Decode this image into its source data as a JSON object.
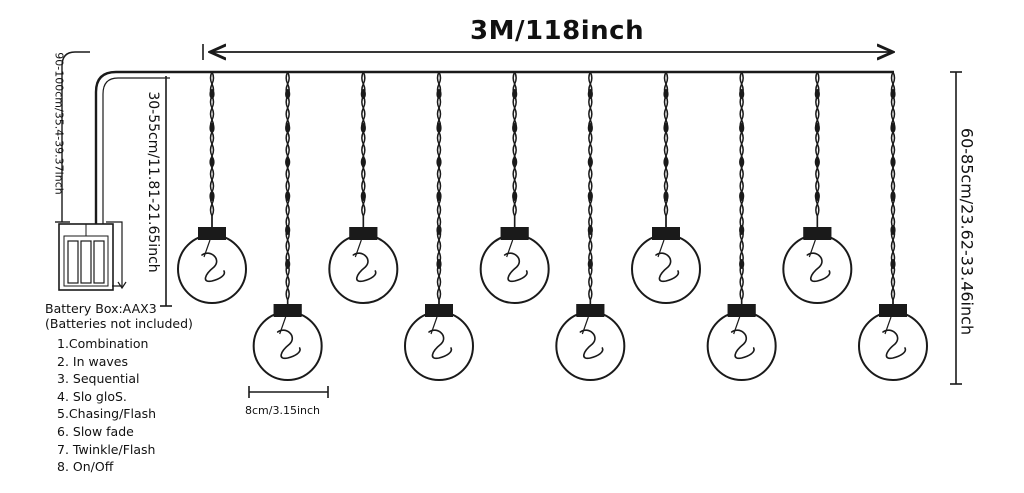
{
  "title": "3M/118inch",
  "lead_length": "90-100cm/35.4-39.37inch",
  "short_drop": "30-55cm/11.81-21.65inch",
  "long_drop": "60-85cm/23.62-33.46inch",
  "bulb_size": "8cm/3.15inch",
  "battery_box": {
    "title": "Battery Box:AAX3",
    "note": "(Batteries not included)"
  },
  "modes": [
    "1.Combination",
    "2. In waves",
    "3. Sequential",
    "4. Slo gloS.",
    "5.Chasing/Flash",
    "6. Slow fade",
    "7. Twinkle/Flash",
    "8. On/Off"
  ],
  "bulbs": [
    {
      "row": "upper"
    },
    {
      "row": "lower"
    },
    {
      "row": "upper"
    },
    {
      "row": "lower"
    },
    {
      "row": "upper"
    },
    {
      "row": "lower"
    },
    {
      "row": "upper"
    },
    {
      "row": "lower"
    },
    {
      "row": "upper"
    },
    {
      "row": "lower"
    }
  ],
  "colors": {
    "line": "#1a1a1a",
    "background": "#ffffff"
  },
  "icons": [
    "battery-box-icon",
    "bulb-icon"
  ]
}
